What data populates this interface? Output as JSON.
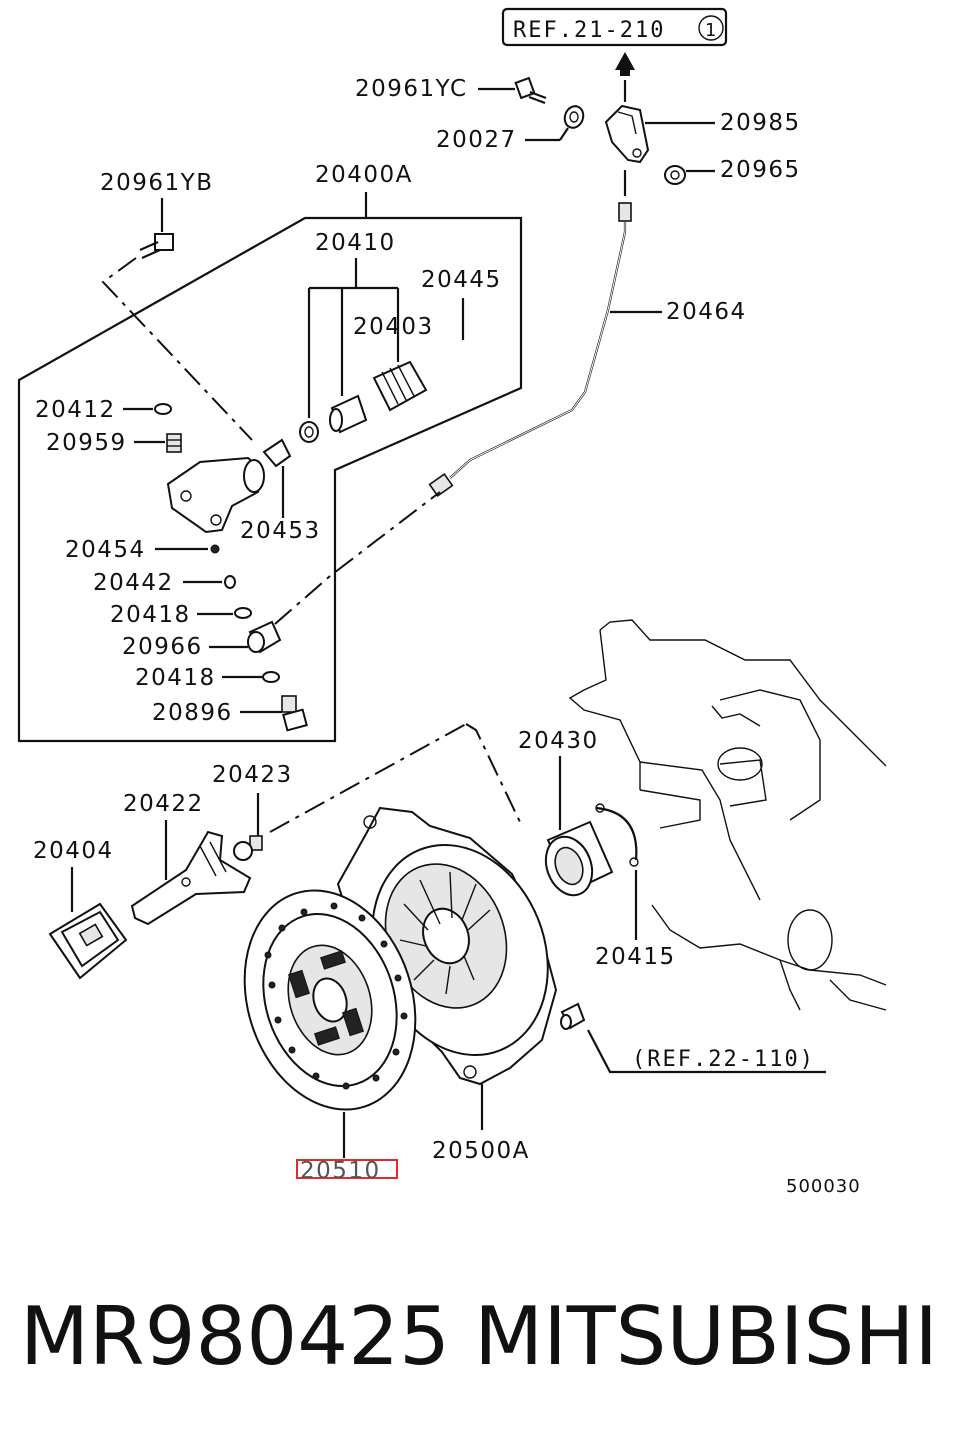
{
  "labels": {
    "ref_top": "REF.21-210",
    "ref_top_circle": "1",
    "p20961YC": "20961YC",
    "p20985": "20985",
    "p20027": "20027",
    "p20965": "20965",
    "p20961YB": "20961YB",
    "p20400A": "20400A",
    "p20410": "20410",
    "p20445": "20445",
    "p20403": "20403",
    "p20464": "20464",
    "p20412": "20412",
    "p20959": "20959",
    "p20453": "20453",
    "p20454": "20454",
    "p20442": "20442",
    "p20418a": "20418",
    "p20966": "20966",
    "p20418b": "20418",
    "p20896": "20896",
    "p20430": "20430",
    "p20423": "20423",
    "p20422": "20422",
    "p20404": "20404",
    "p20415": "20415",
    "ref_bottom": "(REF.22-110)",
    "p20500A": "20500A",
    "p20510": "20510",
    "diagram_no": "500030"
  },
  "highlight": {
    "part": "20510",
    "color": "#e8262e"
  },
  "footer": {
    "part_number": "MR980425",
    "brand": "MITSUBISHI"
  }
}
